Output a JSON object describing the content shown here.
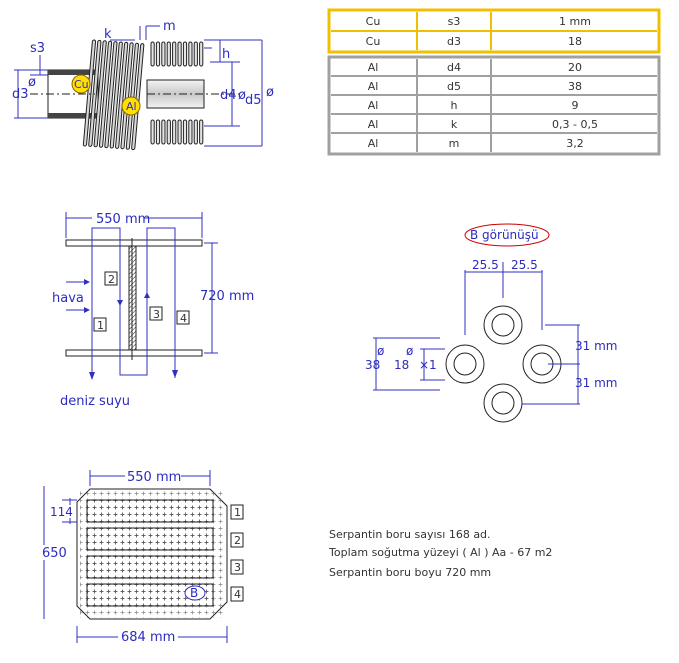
{
  "labels": {
    "s3": "s3",
    "d3": "d3",
    "k": "k",
    "m": "m",
    "h": "h",
    "d4": "d4",
    "d5": "d5",
    "cu": "Cu",
    "al": "Al",
    "dia": "ø",
    "width550": "550 mm",
    "height720": "720 mm",
    "hava": "hava",
    "deniz": "deniz suyu",
    "b_view": "B görünüşü",
    "pitch_left": "25.5",
    "pitch_right": "25.5",
    "d38": "38",
    "d18": "18",
    "times1": "×1",
    "dim31a": "31 mm",
    "dim31b": "31 mm",
    "w550b": "550 mm",
    "h650": "650",
    "h114": "114",
    "w684": "684 mm",
    "b_marker": "B",
    "boxes": [
      "1",
      "2",
      "3",
      "4"
    ]
  },
  "cu_table": [
    [
      "Cu",
      "s3",
      "1 mm"
    ],
    [
      "Cu",
      "d3",
      "18"
    ]
  ],
  "al_table": [
    [
      "Al",
      "d4",
      "20"
    ],
    [
      "Al",
      "d5",
      "38"
    ],
    [
      "Al",
      "h",
      "9"
    ],
    [
      "Al",
      "k",
      "0,3 - 0,5"
    ],
    [
      "Al",
      "m",
      "3,2"
    ]
  ],
  "notes": [
    "Serpantin boru sayısı 168 ad.",
    "Toplam soğutma yüzeyi  ( Al )  Aa -  67 m2",
    "Serpantin boru boyu 720 mm"
  ],
  "colors": {
    "cu_border": "#f0c000",
    "al_border": "#a0a0a0",
    "dimension": "#2c2cc0",
    "marker": "#ffe000"
  }
}
